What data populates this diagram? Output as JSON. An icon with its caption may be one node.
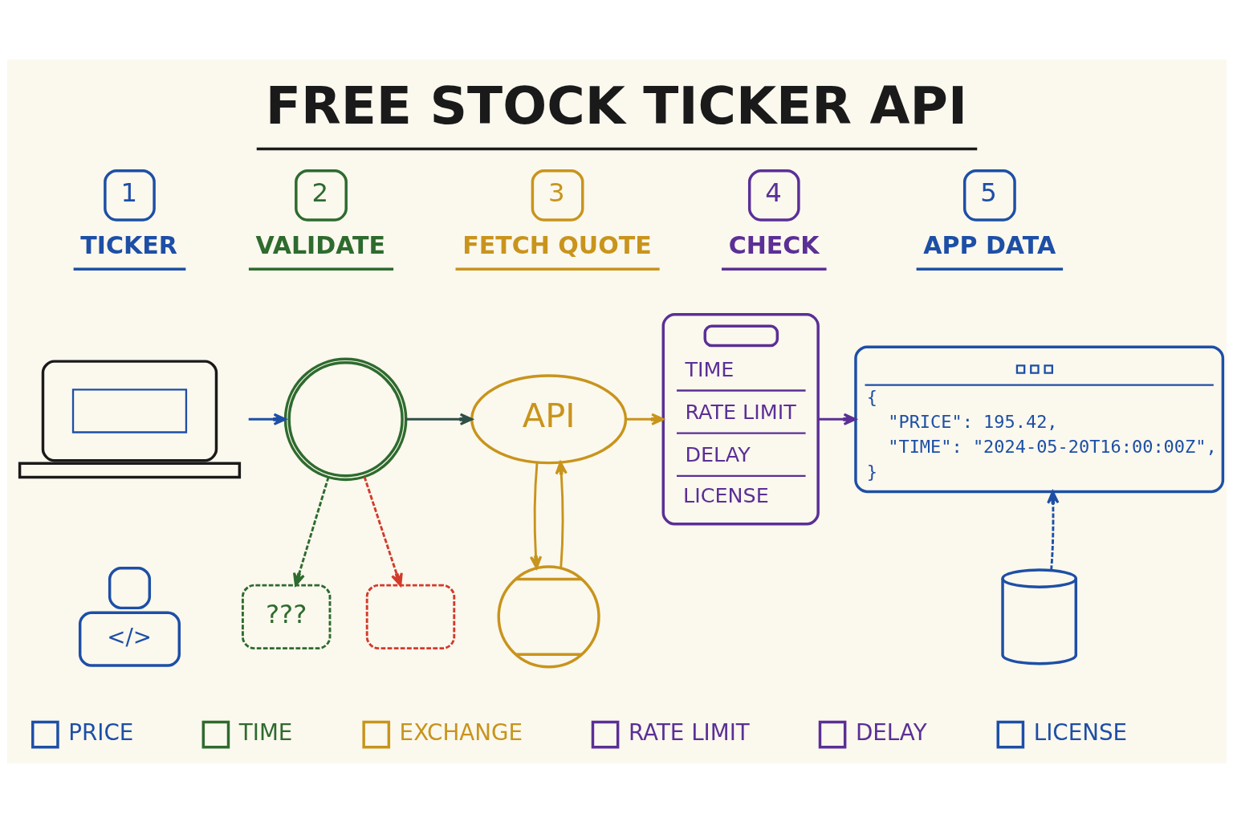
{
  "diagram": {
    "title": "FREE STOCK TICKER API",
    "nodes": [
      {
        "text": [
          "1",
          "TICKER"
        ]
      },
      {
        "text": [
          "2",
          "VALIDATE"
        ]
      },
      {
        "text": [
          "3",
          "FETCH QUOTE"
        ]
      },
      {
        "text": [
          "4",
          "CHECK"
        ]
      },
      {
        "text": [
          "5",
          "APP DATA"
        ]
      },
      {
        "text": [],
        "shape": "picture"
      },
      {
        "text": [],
        "shape": "picture"
      },
      {
        "text": [
          "API"
        ]
      },
      {
        "text": [
          "TIME",
          "RATE LIMIT",
          "DELAY",
          "LICENSE"
        ]
      },
      {
        "text": [
          "{",
          "\"PRICE\": 195.42,",
          "\"TIME\": \"2024-05-20T16:00:00Z\",",
          "}"
        ]
      },
      {
        "text": [
          "</>"
        ]
      },
      {
        "text": [
          "???"
        ]
      },
      {
        "text": [],
        "shape": "box"
      },
      {
        "text": [],
        "shape": "picture"
      },
      {
        "text": [],
        "shape": "cylinder"
      }
    ],
    "edges": [
      {
        "from": 5,
        "to": 6,
        "arrow": "to",
        "color": "#1d4fa6"
      },
      {
        "from": 6,
        "to": 7,
        "arrow": "to",
        "color": "#2f4f47"
      },
      {
        "from": 7,
        "to": 8,
        "arrow": "to",
        "color": "#c8941c"
      },
      {
        "from": 8,
        "to": 9,
        "arrow": "to",
        "color": "#5b2f96"
      },
      {
        "from": 6,
        "to": 11,
        "arrow": "to",
        "style": "dashed",
        "color": "#2e6b2e"
      },
      {
        "from": 6,
        "to": 12,
        "arrow": "to",
        "style": "dashed",
        "color": "#d23a2a"
      },
      {
        "from": 7,
        "to": 13,
        "arrow": "to",
        "color": "#c8941c"
      },
      {
        "from": 13,
        "to": 7,
        "arrow": "to",
        "color": "#c8941c"
      },
      {
        "from": 14,
        "to": 9,
        "arrow": "to",
        "style": "dashed",
        "color": "#1d4fa6"
      }
    ],
    "labels": [
      "PRICE",
      "TIME",
      "EXCHANGE",
      "RATE LIMIT",
      "DELAY",
      "LICENSE"
    ]
  }
}
